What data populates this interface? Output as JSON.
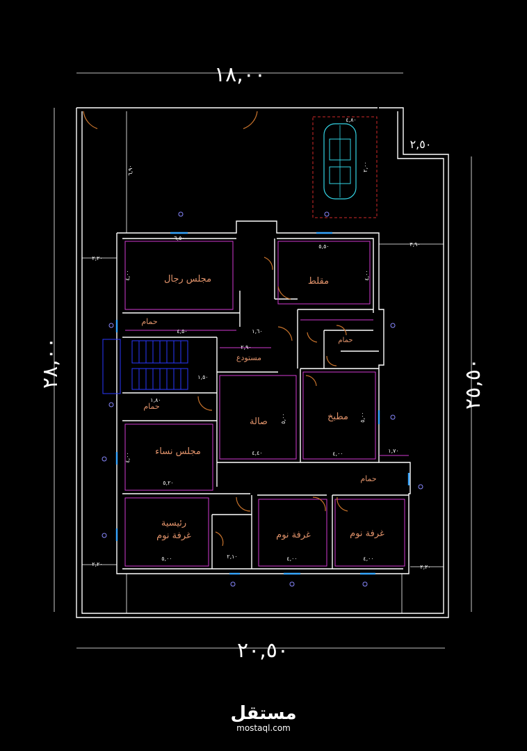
{
  "plan": {
    "dimensions": {
      "top": "١٨,٠٠",
      "bottom": "٢٠,٥٠",
      "left": "٢٨,٠٠",
      "right": "٢٥,٥٠",
      "setback_right_top": "٢,٥٠",
      "setback_right": "٣,٩٠",
      "setback_left": "٢,٢٠",
      "setback_bottom_left": "٢,٢٠",
      "setback_bottom_right": "٢,٢٠",
      "front_yard": "٦,٩٠",
      "garage_width": "٤,٨٠",
      "garage_length": "٢,٠٠"
    },
    "rooms": {
      "men_majlis": "مجلس رجال",
      "vestibule": "مقلط",
      "bathroom_1": "حمام",
      "storage": "مستودع",
      "hall": "صالة",
      "kitchen": "مطبخ",
      "bathroom_2": "حمام",
      "women_majlis": "مجلس نساء",
      "bathroom_3": "حمام",
      "master_bedroom_line1": "رئيسية",
      "master_bedroom_line2": "غرفة نوم",
      "bedroom_1": "غرفة نوم",
      "bedroom_2": "غرفة نوم",
      "bathroom_4": "حمام"
    },
    "room_dims": {
      "men_majlis_w": "٦,٥٠",
      "men_majlis_h": "٤,٠٠",
      "vestibule_w": "٥,٥٠",
      "vestibule_h": "٤,٠٠",
      "bath1_w": "٤,٥٠",
      "corridor_w": "١,٦٠",
      "storage_w": "٢,٩٠",
      "hall_w": "٤,٤٠",
      "hall_h": "٥,٠٠",
      "kitchen_w": "٤,٠٠",
      "kitchen_h": "٥,٠٠",
      "women_majlis_w": "٥,٢٠",
      "women_majlis_h": "٤,٠٠",
      "master_w": "٥,٠٠",
      "bed1_w": "٤,٠٠",
      "bed2_w": "٤,٠٠",
      "small_1": "١,٨٠",
      "small_2": "١,٥٠",
      "small_3": "١,٧٠",
      "small_4": "٢,١٠"
    }
  },
  "logo": {
    "arabic": "مستقل",
    "latin": "mostaql.com"
  }
}
